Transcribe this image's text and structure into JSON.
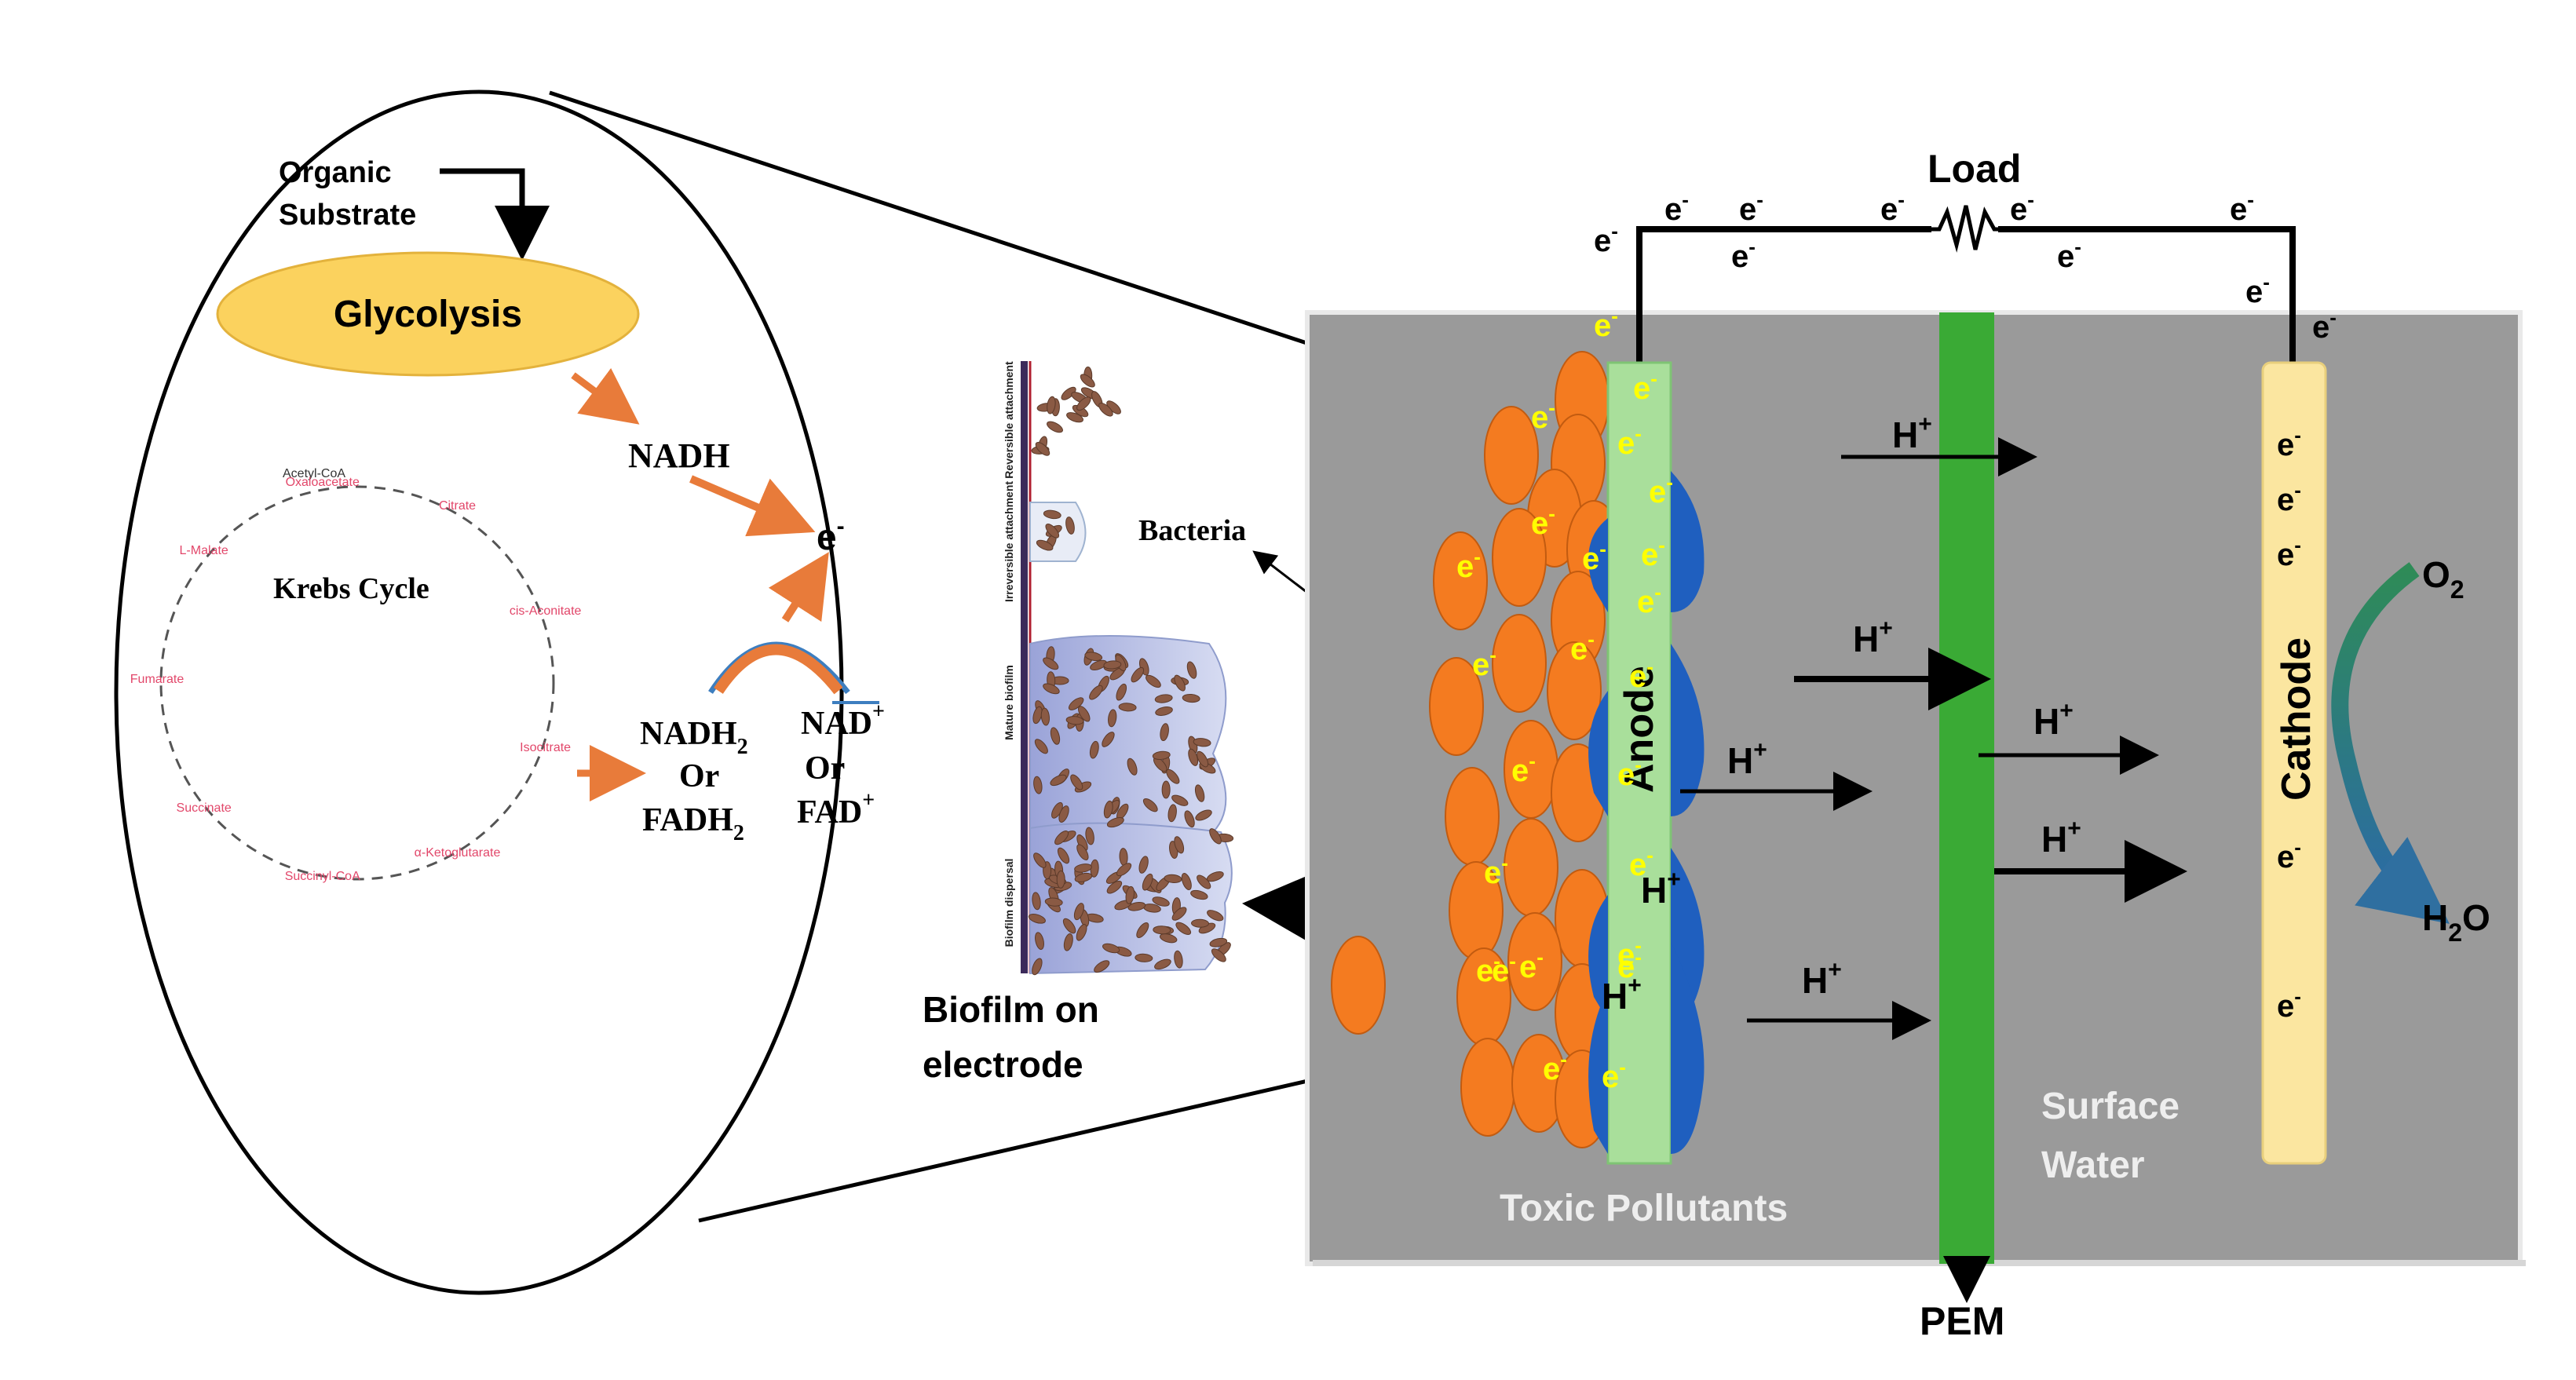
{
  "colors": {
    "chamber": "#9a9a9a",
    "anode": "#a9df9b",
    "cathode": "#fbe6a0",
    "pem": "#3aaa35",
    "bacteria": "#f47b20",
    "biofilm": "#1f5fbf",
    "electron_label": "#ffff00",
    "glycolysis": "#fbd25e",
    "krebs_red": "#e2476a",
    "arc_blue": "#3d7ebf",
    "arrow_orange": "#e87b3a",
    "o2_arrow": "#2f8f5a"
  },
  "metabolism": {
    "organic_substrate": [
      "Organic",
      "Substrate"
    ],
    "glycolysis": "Glycolysis",
    "nadh": "NADH",
    "electron": "e",
    "krebs_cycle": "Krebs Cycle",
    "nadh2": "NADH",
    "nadh2_sub": "2",
    "or": "Or",
    "fadh2": "FADH",
    "fadh2_sub": "2",
    "nad": "NAD",
    "nad_sup": "+",
    "fad": "FAD",
    "fad_sup": "+"
  },
  "krebs": {
    "intermediates": [
      "Citrate",
      "cis-Aconitate",
      "Isocitrate",
      "α-Ketoglutarate",
      "Succinyl-CoA",
      "Succinate",
      "Fumarate",
      "L-Malate",
      "Oxaloacetate"
    ],
    "acetyl": "Acetyl-CoA"
  },
  "biofilm": {
    "stages": [
      "Reversible attachment",
      "Irreversible attachment",
      "Mature biofilm",
      "Biofilm dispersal"
    ],
    "bacteria_label": "Bacteria",
    "caption": [
      "Biofilm on",
      "electrode"
    ]
  },
  "cell": {
    "load": "Load",
    "anode": "Anode",
    "cathode": "Cathode",
    "pem": "PEM",
    "toxic_pollutants": "Toxic Pollutants",
    "surface_water": [
      "Surface",
      "Water"
    ],
    "electron": "e",
    "electron_sup": "-",
    "proton": "H",
    "proton_sup": "+",
    "o2": "O",
    "o2_sub": "2",
    "h2o_h": "H",
    "h2o_sub": "2",
    "h2o_o": "O"
  }
}
